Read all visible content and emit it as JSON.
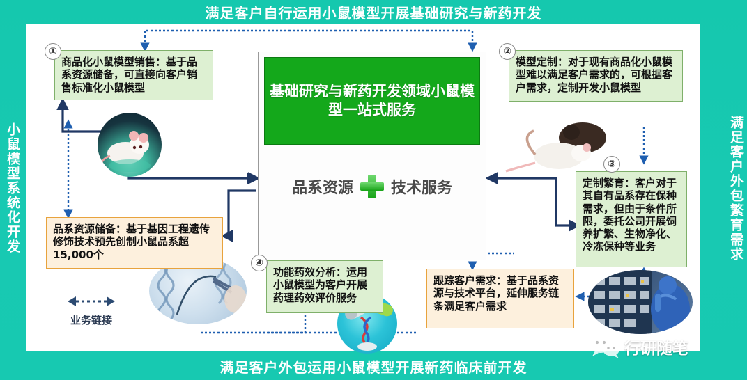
{
  "banners": {
    "top": "满足客户自行运用小鼠模型开展基础研究与新药开发",
    "bottom": "满足客户外包运用小鼠模型开展新药临床前开发"
  },
  "rails": {
    "left": "小鼠模型系统化开发",
    "right": "满足客户外包繁育需求"
  },
  "hero": {
    "title": "基础研究与新药开发领域小鼠模型一站式服务",
    "left_term": "品系资源",
    "right_term": "技术服务",
    "plus_icon": "plus-icon"
  },
  "boxes": {
    "box1": {
      "number": "①",
      "text": "商品化小鼠模型销售：基于品系资源储备，可直接向客户销售标准化小鼠模型"
    },
    "box2": {
      "number": "②",
      "text": "模型定制：对于现有商品化小鼠模型难以满足客户需求的，可根据客户需求，定制开发小鼠模型"
    },
    "box3": {
      "number": "③",
      "text": "定制繁育：客户对于其自有品系存在保种需求，但由于条件所限，委托公司开展饲养扩繁、生物净化、冷冻保种等业务"
    },
    "box4": {
      "number": "④",
      "text": "功能药效分析：运用小鼠模型为客户开展药理药效评价服务"
    },
    "resources": {
      "text": "品系资源储备：基于基因工程遗传修饰技术预先创制小鼠品系超15,000个"
    },
    "tracking": {
      "text": "跟踪客户需求：基于品系资源与技术平台，延伸服务链条满足客户需求"
    }
  },
  "legend": {
    "label": "业务链接",
    "icon": "dotted-double-arrow-icon"
  },
  "photos": {
    "white_mouse": "white-mouse-photo",
    "two_mice": "two-mice-photo",
    "dna_tweezers": "dna-tweezers-photo",
    "capsule_dna": "capsule-dna-photo",
    "lab_facility": "lab-facility-photo"
  },
  "watermark": {
    "text": "行研随笔",
    "icon": "wechat-icon"
  },
  "colors": {
    "banner_teal": "#18c9b1",
    "hero_green": "#14a81b",
    "box_green_fill": "#ddf0d2",
    "box_green_border": "#7fb06a",
    "box_orange_fill": "#fdf0dd",
    "box_orange_border": "#e8a33d",
    "arrow_dark": "#203864",
    "arrow_dotted": "#2e5fa3"
  }
}
